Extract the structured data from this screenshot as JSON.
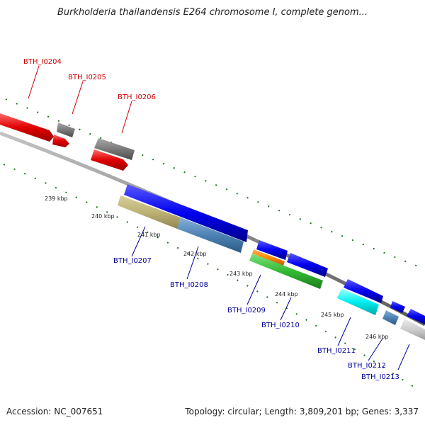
{
  "title": "Burkholderia thailandensis E264 chromosome I, complete genom...",
  "footer": {
    "accession": "Accession: NC_007651",
    "summary": "Topology: circular; Length: 3,809,201 bp; Genes: 3,337"
  },
  "colors": {
    "forward_label": "#cc0000",
    "reverse_label": "#000099",
    "backbone": "#8a8a8a",
    "ticks": "#1e7a1e"
  },
  "genes_upper": [
    {
      "label": "BTH_I0204",
      "color": "red"
    },
    {
      "label": "BTH_I0205",
      "color": "gray"
    },
    {
      "label": "BTH_I0206",
      "color": "red"
    }
  ],
  "genes_lower": [
    {
      "label": "BTH_I0207",
      "color": "tan"
    },
    {
      "label": "BTH_I0208",
      "color": "steelblue"
    },
    {
      "label": "BTH_I0209",
      "color": "orange"
    },
    {
      "label": "BTH_I0210",
      "color": "green"
    },
    {
      "label": "BTH_I0211",
      "color": "cyan"
    },
    {
      "label": "BTH_I0212",
      "color": "steelblue"
    },
    {
      "label": "BTH_I0213",
      "color": "silver"
    }
  ],
  "scale_ticks": [
    "239 kbp",
    "240 kbp",
    "241 kbp",
    "242 kbp",
    "243 kbp",
    "244 kbp",
    "245 kbp",
    "246 kbp"
  ]
}
